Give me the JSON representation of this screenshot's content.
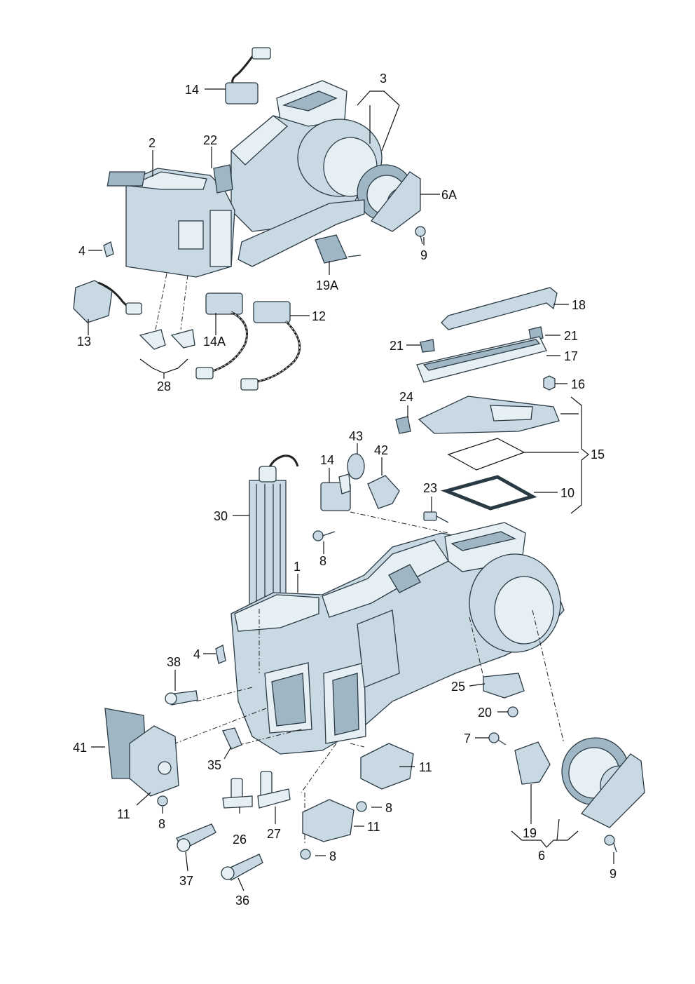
{
  "diagram": {
    "callouts": {
      "c14_top": "14",
      "c3": "3",
      "c2": "2",
      "c22": "22",
      "c6A": "6A",
      "c9_top": "9",
      "c4_top": "4",
      "c19A": "19A",
      "c13": "13",
      "c14A": "14A",
      "c12": "12",
      "c28": "28",
      "c18": "18",
      "c21_right": "21",
      "c21_left": "21",
      "c17": "17",
      "c16": "16",
      "c24": "24",
      "c15": "15",
      "c43": "43",
      "c42": "42",
      "c14_mid": "14",
      "c23": "23",
      "c10": "10",
      "c30": "30",
      "c8_mid": "8",
      "c1": "1",
      "c4_mid": "4",
      "c38": "38",
      "c25": "25",
      "c20": "20",
      "c7": "7",
      "c41": "41",
      "c35": "35",
      "c11_a": "11",
      "c11_b": "11",
      "c11_c": "11",
      "c8_a": "8",
      "c8_b": "8",
      "c8_c": "8",
      "c26": "26",
      "c27": "27",
      "c19": "19",
      "c6": "6",
      "c9_bottom": "9",
      "c37": "37",
      "c36": "36"
    }
  }
}
